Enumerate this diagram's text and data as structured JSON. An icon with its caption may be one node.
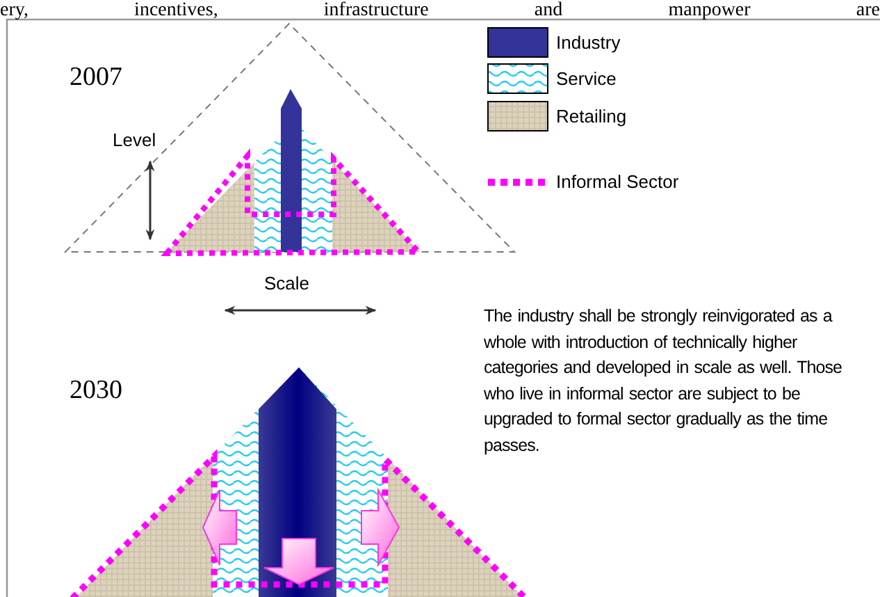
{
  "diagram": {
    "labels": [
      "ery, incentives, infrastructure and manpower are",
      "2007",
      "Level",
      "Scale",
      "The industry shall be strongly reinvigorated as a whole with introduction of technically higher categories and developed in scale as well. Those who live in informal sector are subject to be upgraded to formal sector gradually as the time passes.",
      "2030"
    ],
    "legend": [
      {
        "text": "Industry",
        "color": "#333399"
      },
      {
        "text": "Service"
      },
      {
        "text": "Retailing"
      },
      {
        "text": "Informal Sector"
      }
    ]
  }
}
